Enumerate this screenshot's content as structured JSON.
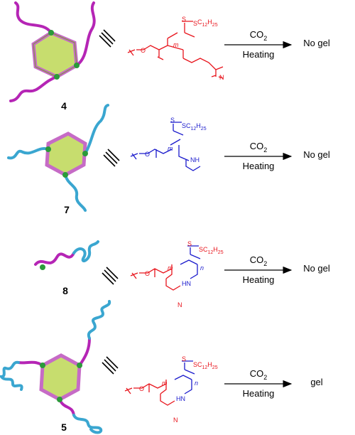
{
  "rows": [
    {
      "compound": "4",
      "condition_top": "CO",
      "condition_top_sub": "2",
      "condition_bottom": "Heating",
      "result": "No gel",
      "chem": {
        "end_group": "C",
        "end_group_sub": "12",
        "end_group_h": "H",
        "end_group_h_sub": "25",
        "repeat_m": "m",
        "amine": "N"
      }
    },
    {
      "compound": "7",
      "condition_top": "CO",
      "condition_top_sub": "2",
      "condition_bottom": "Heating",
      "result": "No gel",
      "chem": {
        "end_group": "C",
        "end_group_sub": "12",
        "end_group_h": "H",
        "end_group_h_sub": "25",
        "repeat_m": "m",
        "amide": "NH"
      }
    },
    {
      "compound": "8",
      "condition_top": "CO",
      "condition_top_sub": "2",
      "condition_bottom": "Heating",
      "result": "No gel",
      "chem": {
        "end_group": "C",
        "end_group_sub": "12",
        "end_group_h": "H",
        "end_group_h_sub": "25",
        "repeat_m": "m",
        "repeat_n": "n",
        "amide": "HN",
        "amine": "N"
      }
    },
    {
      "compound": "5",
      "condition_top": "CO",
      "condition_top_sub": "2",
      "condition_bottom": "Heating",
      "result": "gel",
      "chem": {
        "end_group": "C",
        "end_group_sub": "12",
        "end_group_h": "H",
        "end_group_h_sub": "25",
        "repeat_m": "m",
        "repeat_n": "n",
        "amide": "HN",
        "amine": "N"
      }
    }
  ],
  "colors": {
    "magenta": "#b525b5",
    "cyan": "#3aa6d0",
    "ring_fill": "#c7dd6e",
    "ring_edge": "#c66bc6",
    "node": "#2a9a3a",
    "red": "#e8141c",
    "blue": "#1a1acc",
    "black": "#000000"
  },
  "symbols": {
    "equivalence": "≡",
    "ester_o": "O",
    "sulfur": "S"
  }
}
